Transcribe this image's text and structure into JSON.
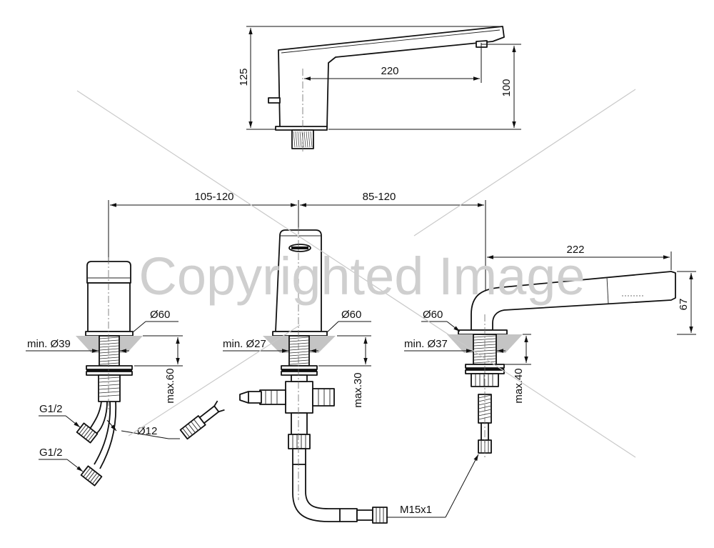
{
  "watermark": "Copyrighted Image",
  "spout_view": {
    "height": "125",
    "reach": "220",
    "outlet_height": "100"
  },
  "front_view": {
    "spacing_left": "105-120",
    "spacing_right": "85-120",
    "handle": {
      "flange_diameter": "Ø60",
      "hole_diameter": "min. Ø39",
      "max_deck": "max.60",
      "inlet_upper": "G1/2",
      "inlet_lower": "G1/2",
      "hose_diameter": "Ø12"
    },
    "spout": {
      "flange_diameter": "Ø60",
      "hole_diameter": "min. Ø27",
      "max_deck": "max.30"
    },
    "shower": {
      "flange_diameter": "Ø60",
      "hole_diameter": "min. Ø37",
      "max_deck": "max.40",
      "hose_length": "222",
      "handset_height": "67",
      "hose_thread": "M15x1"
    }
  }
}
